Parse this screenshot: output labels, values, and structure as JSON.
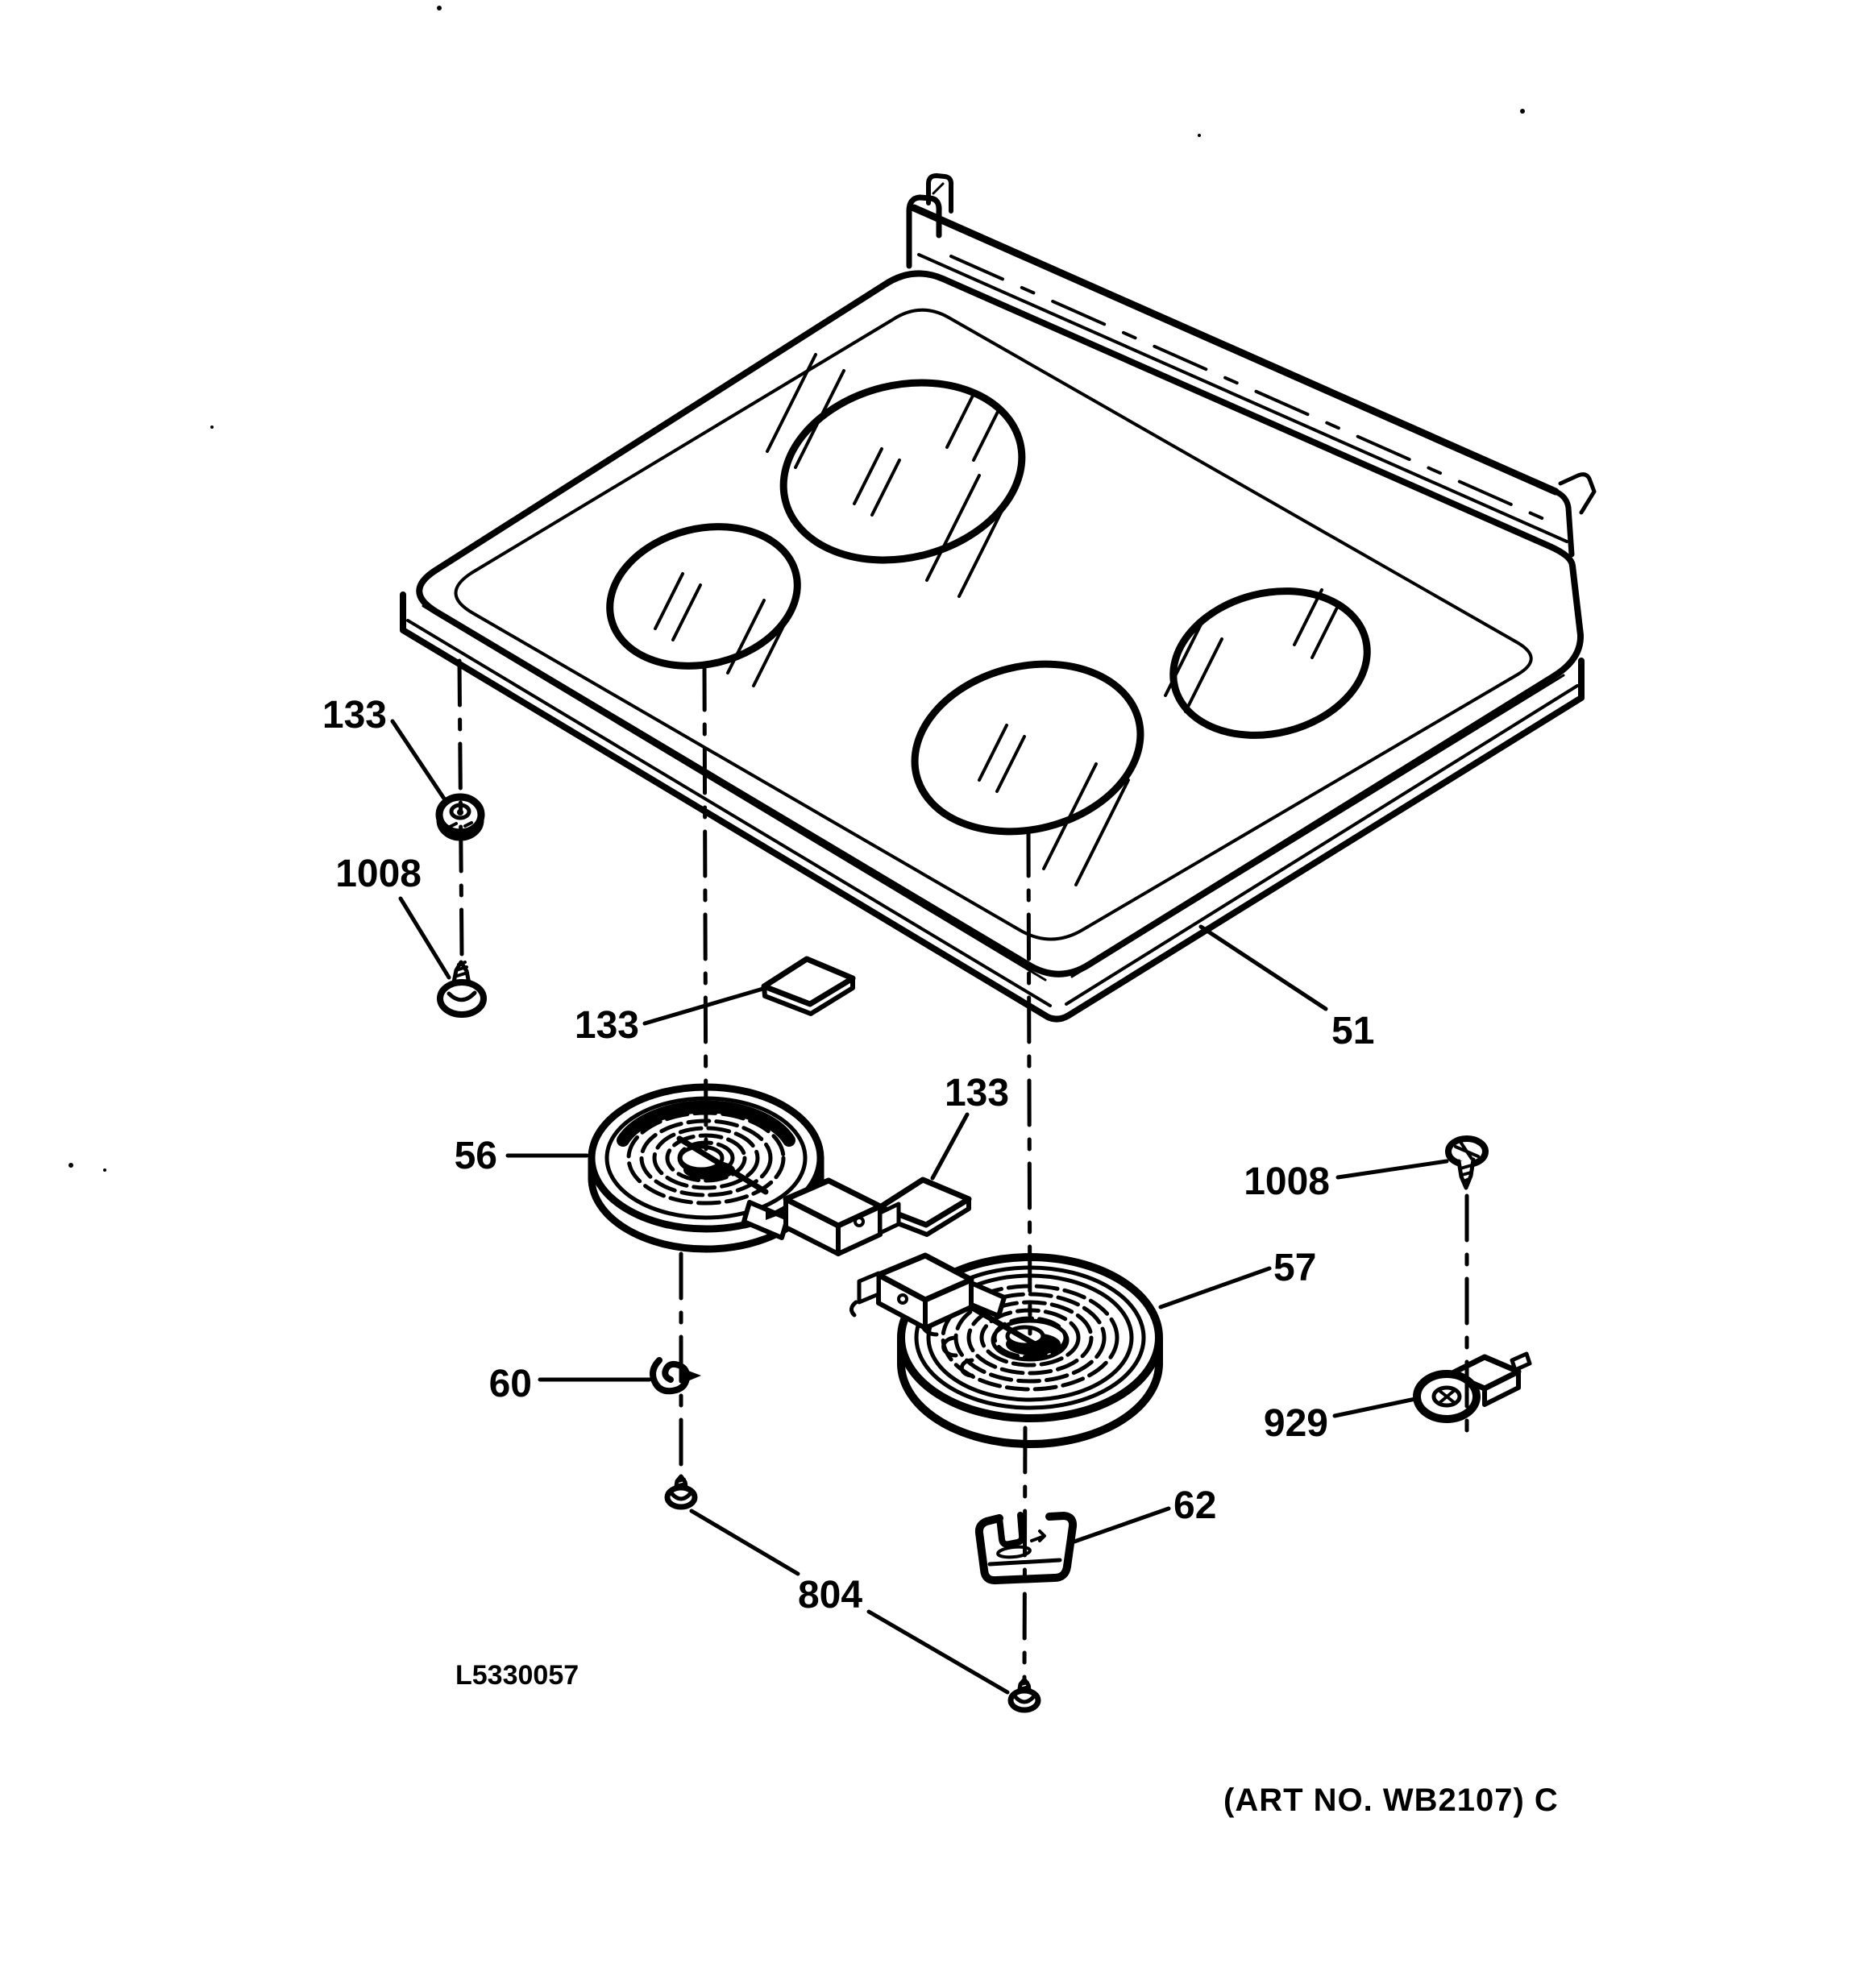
{
  "page": {
    "paper_color": "#ffffff",
    "ink_color": "#000000"
  },
  "footer": {
    "doc_code": "L5330057",
    "art_no": "(ART NO. WB2107) C"
  },
  "callouts": [
    {
      "id": "133-grommet",
      "text": "133"
    },
    {
      "id": "1008-left-screw",
      "text": "1008"
    },
    {
      "id": "133-pad-left",
      "text": "133"
    },
    {
      "id": "56-element",
      "text": "56"
    },
    {
      "id": "133-pad-right",
      "text": "133"
    },
    {
      "id": "51-maintop",
      "text": "51"
    },
    {
      "id": "1008-right-screw",
      "text": "1008"
    },
    {
      "id": "57-element",
      "text": "57"
    },
    {
      "id": "929-bracket",
      "text": "929"
    },
    {
      "id": "60-clip",
      "text": "60"
    },
    {
      "id": "62-clip",
      "text": "62"
    },
    {
      "id": "804-screws",
      "text": "804"
    }
  ]
}
